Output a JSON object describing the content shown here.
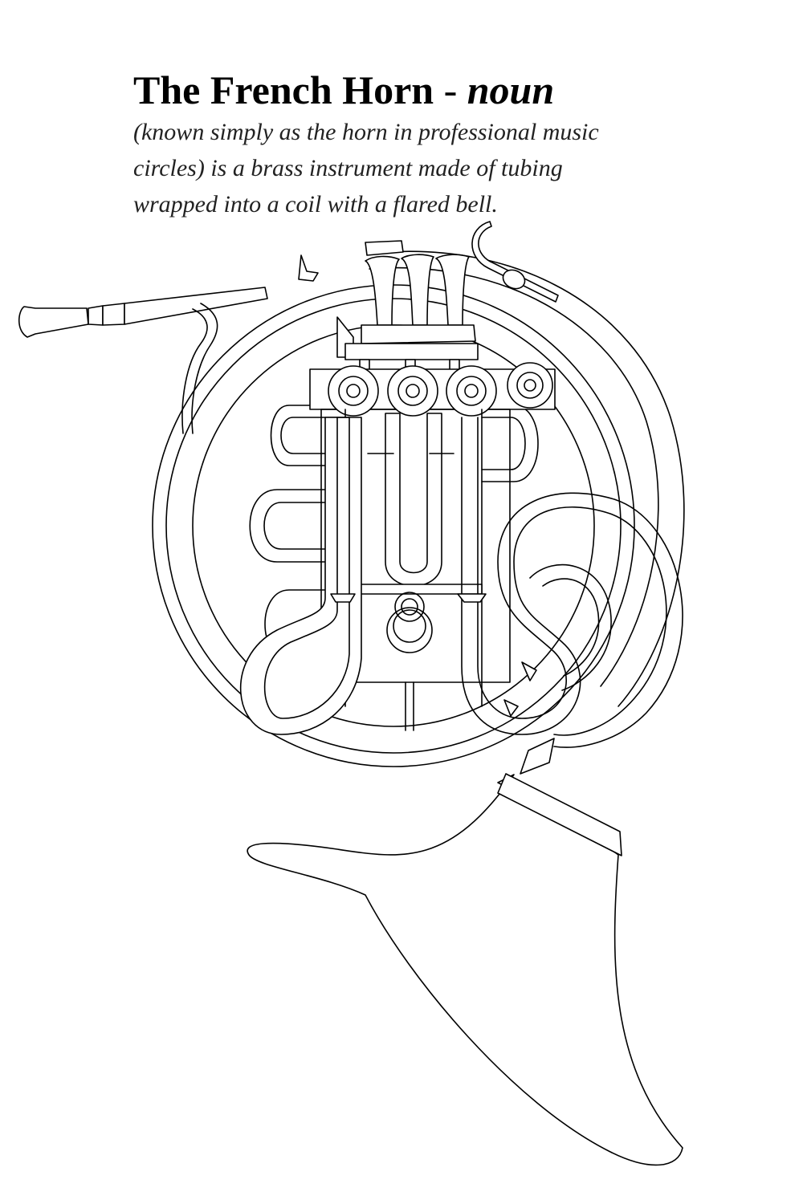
{
  "entry": {
    "word": "The French Horn",
    "separator": "-",
    "part_of_speech": "noun",
    "definition_lines": [
      "(known simply as the horn in professional music",
      "circles) is a brass instrument made of tubing",
      "wrapped into a coil with a flared bell."
    ]
  },
  "illustration": {
    "stroke_color": "#000000",
    "fill_color": "#ffffff"
  }
}
